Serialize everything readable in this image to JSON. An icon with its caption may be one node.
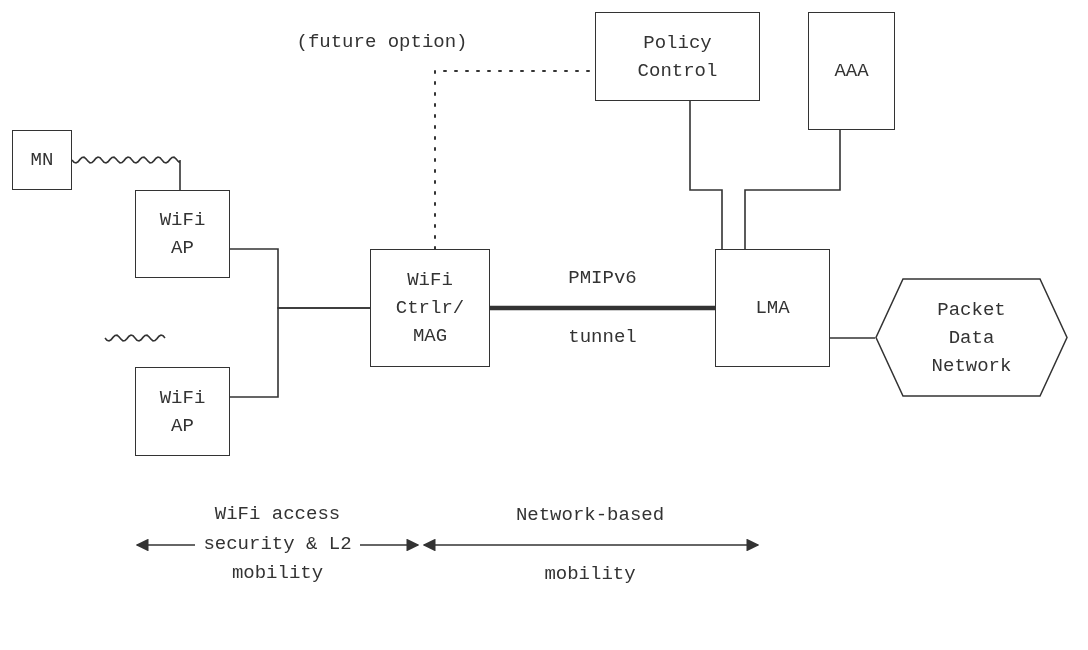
{
  "diagram": {
    "nodes": [
      {
        "text": [
          "Policy Control"
        ]
      },
      {
        "text": [
          "AAA"
        ]
      },
      {
        "text": [
          "MN"
        ]
      },
      {
        "text": [
          "WiFi AP"
        ]
      },
      {
        "text": [
          "WiFi AP"
        ]
      },
      {
        "text": [
          "WiFi Ctrlr/ MAG"
        ]
      },
      {
        "text": [
          "LMA"
        ]
      },
      {
        "text": [
          "Packet Data Network"
        ]
      }
    ],
    "edges": [
      {
        "from": 2,
        "to": 3,
        "arrow": "none"
      },
      {
        "from": 3,
        "to": 5,
        "arrow": "none"
      },
      {
        "from": 4,
        "to": 5,
        "arrow": "none"
      },
      {
        "from": 5,
        "to": 0,
        "arrow": "none",
        "style": "dashed",
        "label": "(future option)"
      },
      {
        "from": 5,
        "to": 6,
        "arrow": "none",
        "style": "thick",
        "label": "PMIPv6 tunnel"
      },
      {
        "from": 0,
        "to": 6,
        "arrow": "none"
      },
      {
        "from": 1,
        "to": 6,
        "arrow": "none"
      },
      {
        "from": 6,
        "to": 7,
        "arrow": "none"
      }
    ],
    "labels": [
      "WiFi access security & L2 mobility",
      "Network-based mobility"
    ]
  }
}
